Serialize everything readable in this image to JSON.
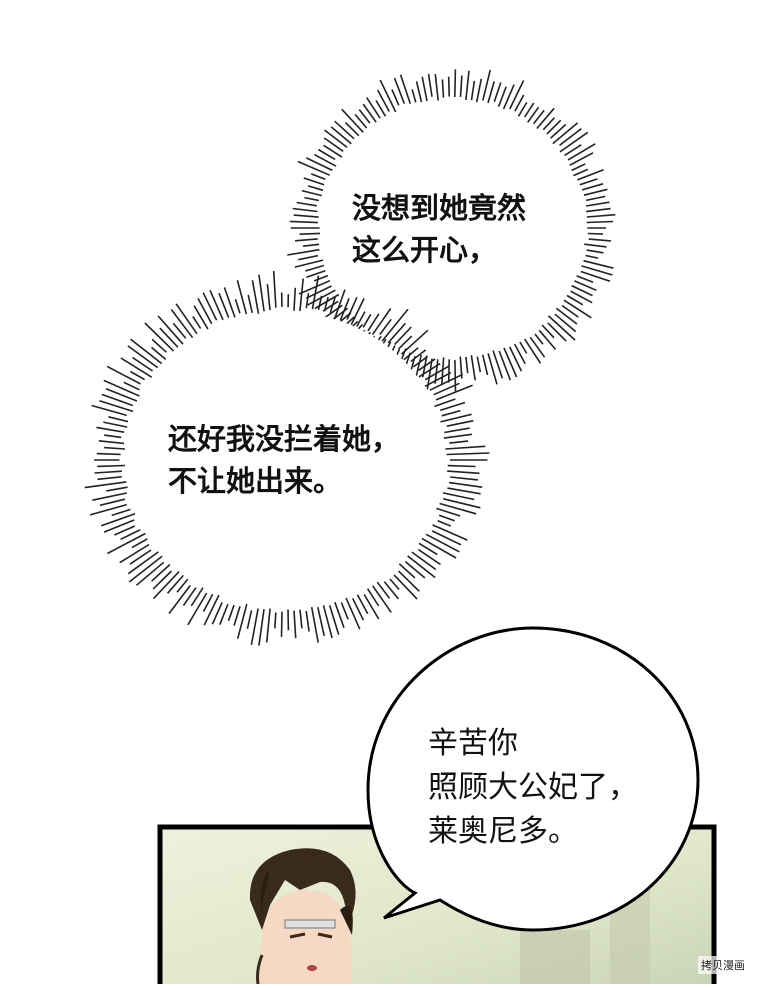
{
  "thought_bubble_1": {
    "lines": [
      "没想到她竟然",
      "这么开心，"
    ]
  },
  "thought_bubble_2": {
    "lines": [
      "还好我没拦着她，",
      "不让她出来。"
    ]
  },
  "speech_bubble": {
    "lines": [
      "辛苦你",
      "照顾大公妃了，",
      "莱奥尼多。"
    ]
  },
  "colors": {
    "panel_background": "#dfe6c8",
    "panel_border": "#000000",
    "hair": "#3a2a1c",
    "skin": "#f5d9c4"
  },
  "watermark": "拷贝漫画"
}
